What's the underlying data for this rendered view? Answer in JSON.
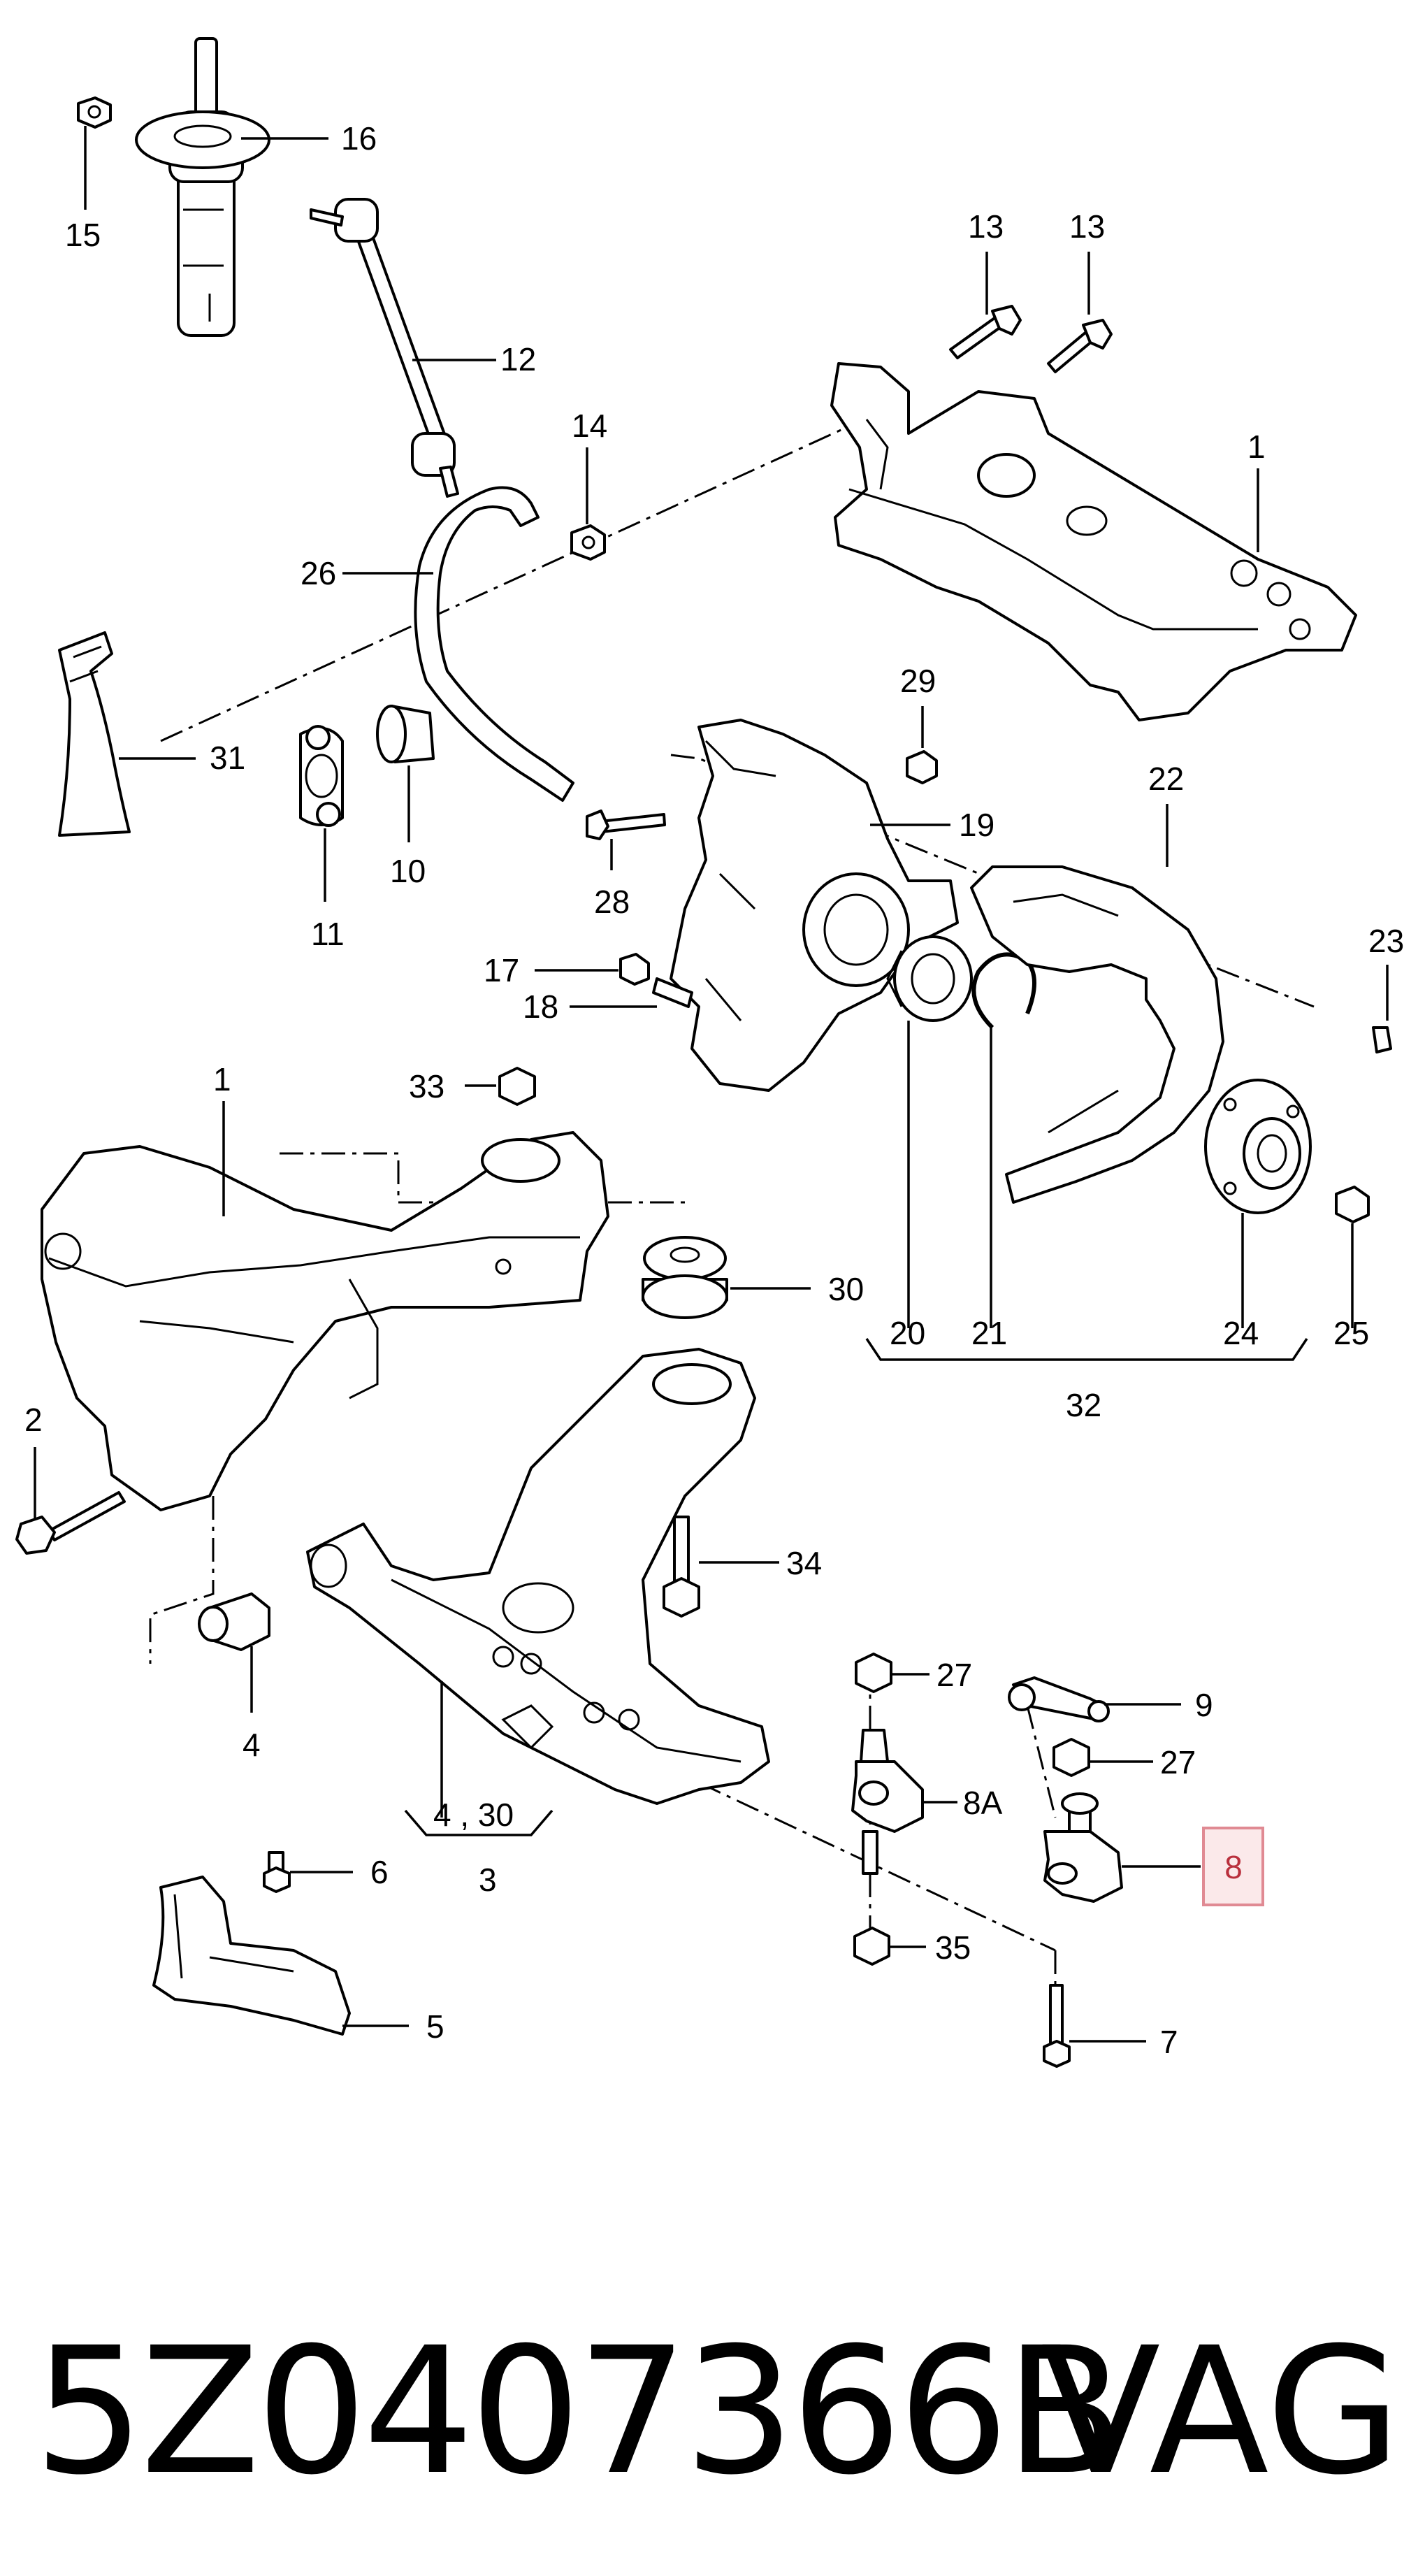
{
  "callouts": {
    "c1a": "1",
    "c1b": "1",
    "c2": "2",
    "c3": "3",
    "c4": "4",
    "c4_30": "4 , 30",
    "c5": "5",
    "c6": "6",
    "c7": "7",
    "c8": "8",
    "c8a": "8A",
    "c9": "9",
    "c10": "10",
    "c11": "11",
    "c12": "12",
    "c13a": "13",
    "c13b": "13",
    "c14": "14",
    "c15": "15",
    "c16": "16",
    "c17": "17",
    "c18": "18",
    "c19": "19",
    "c20": "20",
    "c21": "21",
    "c22": "22",
    "c23": "23",
    "c24": "24",
    "c25": "25",
    "c26": "26",
    "c27a": "27",
    "c27b": "27",
    "c28": "28",
    "c29": "29",
    "c30a": "30",
    "c31": "31",
    "c32": "32",
    "c33": "33",
    "c34": "34",
    "c35": "35"
  },
  "highlighted_callout": "8",
  "footer": {
    "part_number": "5Z0407366B",
    "brand": "VAG"
  }
}
